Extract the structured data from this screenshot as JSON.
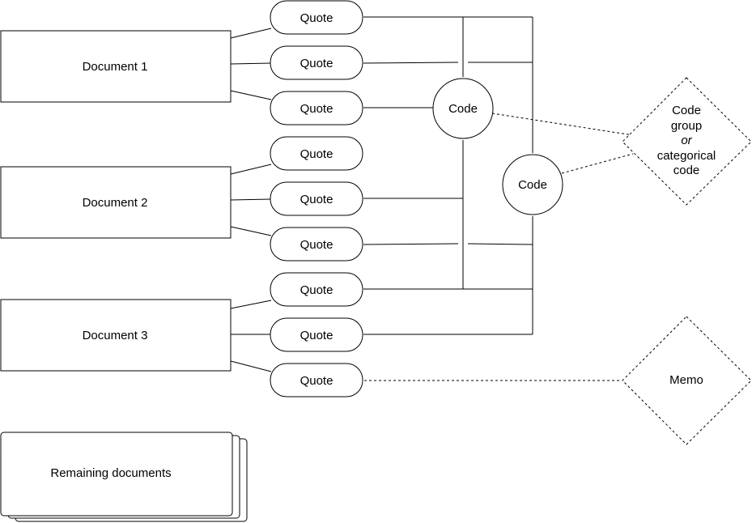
{
  "documents": [
    {
      "label": "Document 1"
    },
    {
      "label": "Document 2"
    },
    {
      "label": "Document 3"
    }
  ],
  "remaining_documents": "Remaining documents",
  "quote_label": "Quote",
  "codes": [
    {
      "label": "Code"
    },
    {
      "label": "Code"
    }
  ],
  "code_group": {
    "line1": "Code",
    "line2": "group",
    "line3": "or",
    "line4": "categorical",
    "line5": "code"
  },
  "memo": "Memo"
}
